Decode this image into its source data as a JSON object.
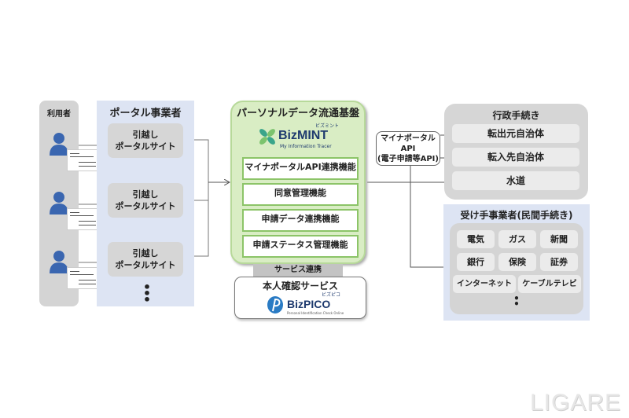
{
  "users": {
    "title": "利用者"
  },
  "portal": {
    "title": "ポータル事業者",
    "sites": [
      {
        "line1": "引越し",
        "line2": "ポータルサイト"
      },
      {
        "line1": "引越し",
        "line2": "ポータルサイト"
      },
      {
        "line1": "引越し",
        "line2": "ポータルサイト"
      }
    ],
    "ellipsis": "⋮"
  },
  "platform": {
    "title": "パーソナルデータ流通基盤",
    "logo": {
      "name": "BizMINT",
      "kana": "ビズミント",
      "tagline": "My Information Tracer"
    },
    "functions": [
      "マイナポータルAPI連携機能",
      "同意管理機能",
      "申請データ連携機能",
      "申請ステータス管理機能"
    ]
  },
  "service_link": "サービス連携",
  "identity": {
    "title": "本人確認サービス",
    "logo": {
      "name": "BizPICO",
      "kana": "ビズピコ",
      "tagline": "Personal Identification Check Online"
    }
  },
  "api": {
    "line1": "マイナポータル",
    "line2": "API",
    "line3": "(電子申請等API)"
  },
  "government": {
    "title": "行政手続き",
    "items": [
      "転出元自治体",
      "転入先自治体",
      "水道"
    ]
  },
  "private": {
    "title": "受け手事業者(民間手続き)",
    "items": [
      "電気",
      "ガス",
      "新聞",
      "銀行",
      "保険",
      "証券",
      "インターネット",
      "ケーブルテレビ"
    ],
    "ellipsis": "⋮"
  },
  "watermark": "LIGARE",
  "colors": {
    "green_fill": "#d9edc4",
    "green_border": "#8cc468",
    "blue_panel": "#dde4f3",
    "gray_panel": "#d4d4d4",
    "user_blue": "#3a66b0"
  }
}
